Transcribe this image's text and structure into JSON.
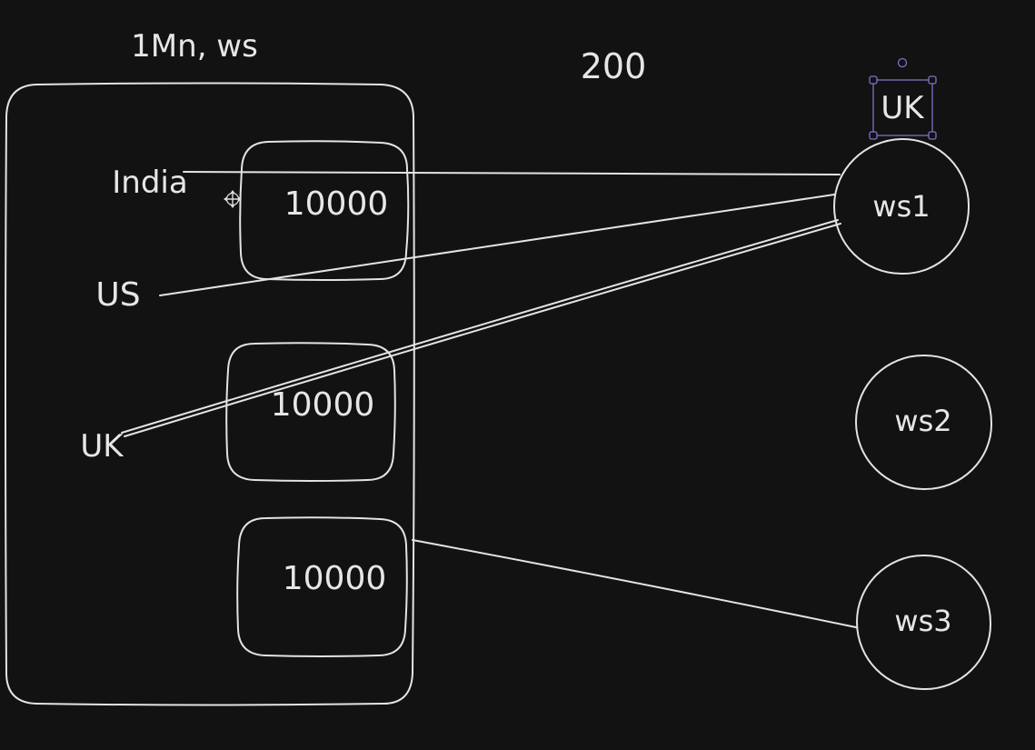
{
  "diagram": {
    "title": "1Mn, ws",
    "count_label": "200",
    "countries": [
      "India",
      "US",
      "UK"
    ],
    "shards": [
      "10000",
      "10000",
      "10000"
    ],
    "servers": [
      "ws1",
      "ws2",
      "ws3"
    ],
    "selected_label": "UK"
  },
  "colors": {
    "background": "#121212",
    "stroke": "#e3e3e3",
    "selection": "#7b73c9"
  }
}
